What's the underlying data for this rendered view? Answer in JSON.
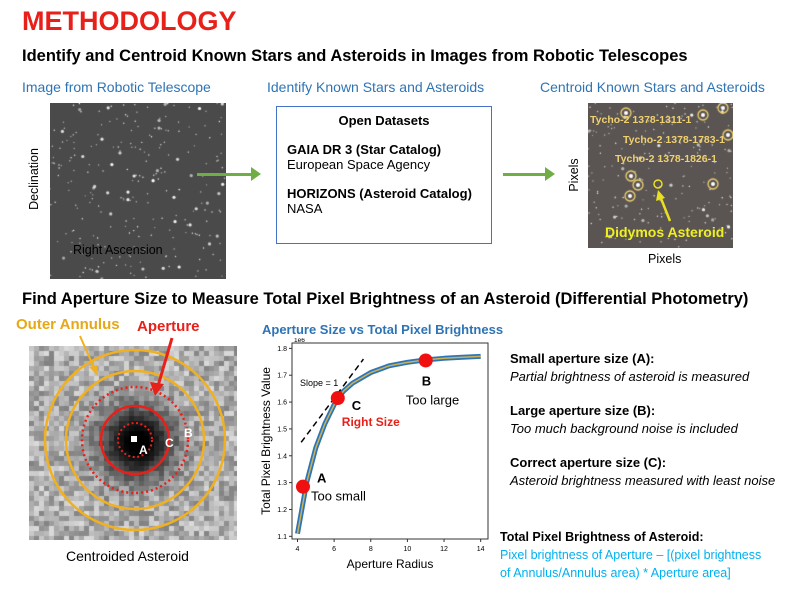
{
  "title": "METHODOLOGY",
  "section1": {
    "heading": "Identify and Centroid Known Stars and Asteroids in Images from Robotic Telescopes",
    "col1_caption": "Image from Robotic Telescope",
    "col1_ylabel": "Declination",
    "col1_xlabel": "Right Ascension",
    "col2_caption": "Identify Known Stars and Asteroids",
    "box": {
      "title": "Open Datasets",
      "d1_name": "GAIA DR 3 (Star Catalog)",
      "d1_org": "European Space Agency",
      "d2_name": "HORIZONS (Asteroid Catalog)",
      "d2_org": "NASA"
    },
    "col3_caption": "Centroid Known Stars and Asteroids",
    "col3_ylabel": "Pixels",
    "col3_xlabel": "Pixels",
    "star_labels": [
      "Tycho-2  1378-1311-1",
      "Tycho-2  1378-1783-1",
      "Tycho-2  1378-1826-1"
    ],
    "asteroid_label": "Didymos Asteroid"
  },
  "section2": {
    "heading": "Find Aperture Size to Measure Total Pixel Brightness of an Asteroid (Differential Photometry)",
    "outer_annulus": "Outer Annulus",
    "aperture": "Aperture",
    "marks": [
      "A",
      "B",
      "C"
    ],
    "image_caption": "Centroided Asteroid",
    "chart_title": "Aperture Size vs Total  Pixel Brightness",
    "notes": [
      {
        "head": "Small aperture size (A):",
        "body": "Partial brightness of asteroid is measured"
      },
      {
        "head": "Large aperture size (B):",
        "body": "Too much background noise is included"
      },
      {
        "head": "Correct aperture size (C):",
        "body": "Asteroid brightness measured with least noise"
      }
    ],
    "formula_head": "Total Pixel Brightness of Asteroid:",
    "formula_line1": "Pixel brightness of Aperture – [(pixel brightness",
    "formula_line2": "of Annulus/Annulus  area) * Aperture area]",
    "colors": {
      "red": "#e8201a",
      "gold": "#e6a817",
      "blue": "#2e74b5",
      "cyan": "#00b0f0",
      "green": "#70ad47"
    }
  },
  "chart_data": {
    "type": "line",
    "xlabel": "Aperture Radius",
    "ylabel": "Total Pixel Brightness Value",
    "y_multiplier": "1e6",
    "xlim": [
      3.7,
      14.4
    ],
    "ylim": [
      1.09,
      1.82
    ],
    "xticks": [
      4,
      6,
      8,
      10,
      12,
      14
    ],
    "yticks": [
      1.1,
      1.2,
      1.3,
      1.4,
      1.5,
      1.6,
      1.7,
      1.8
    ],
    "x": [
      4,
      4.5,
      5,
      5.5,
      6,
      6.5,
      7,
      8,
      9,
      10,
      11,
      12,
      13,
      14
    ],
    "y": [
      1.11,
      1.3,
      1.43,
      1.52,
      1.59,
      1.64,
      1.67,
      1.71,
      1.735,
      1.748,
      1.757,
      1.763,
      1.767,
      1.77
    ],
    "points": [
      {
        "label": "A",
        "note": "Too small",
        "x": 4.3,
        "y": 1.285
      },
      {
        "label": "C",
        "note": "Right Size",
        "x": 6.2,
        "y": 1.615
      },
      {
        "label": "B",
        "note": "Too large",
        "x": 11,
        "y": 1.755
      }
    ],
    "slope_line": {
      "label": "Slope = 1",
      "x": [
        4.2,
        7.6
      ],
      "y": [
        1.45,
        1.76
      ]
    }
  }
}
